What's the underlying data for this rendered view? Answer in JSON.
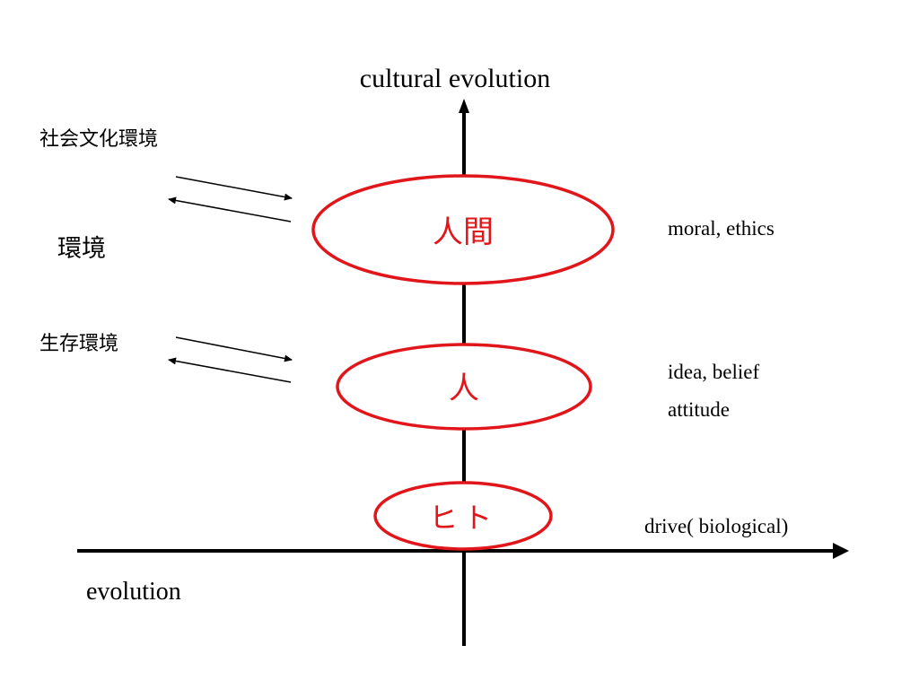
{
  "colors": {
    "axis": "#000000",
    "node_stroke": "#e0161b",
    "node_text": "#e0161b",
    "text": "#000000",
    "background": "#ffffff"
  },
  "axes": {
    "vertical_label": "cultural evolution",
    "horizontal_label": "evolution",
    "horizontal_annotation": "drive( biological)"
  },
  "environment": {
    "label": "環境",
    "social_cultural": "社会文化環境",
    "survival": "生存環境"
  },
  "nodes": [
    {
      "id": "ningen",
      "label": "人間",
      "annotation_lines": [
        "moral, ethics"
      ]
    },
    {
      "id": "hito",
      "label": "人",
      "annotation_lines": [
        "idea, belief",
        "attitude"
      ]
    },
    {
      "id": "hito-katakana",
      "label": "ヒト",
      "annotation_lines": []
    }
  ]
}
